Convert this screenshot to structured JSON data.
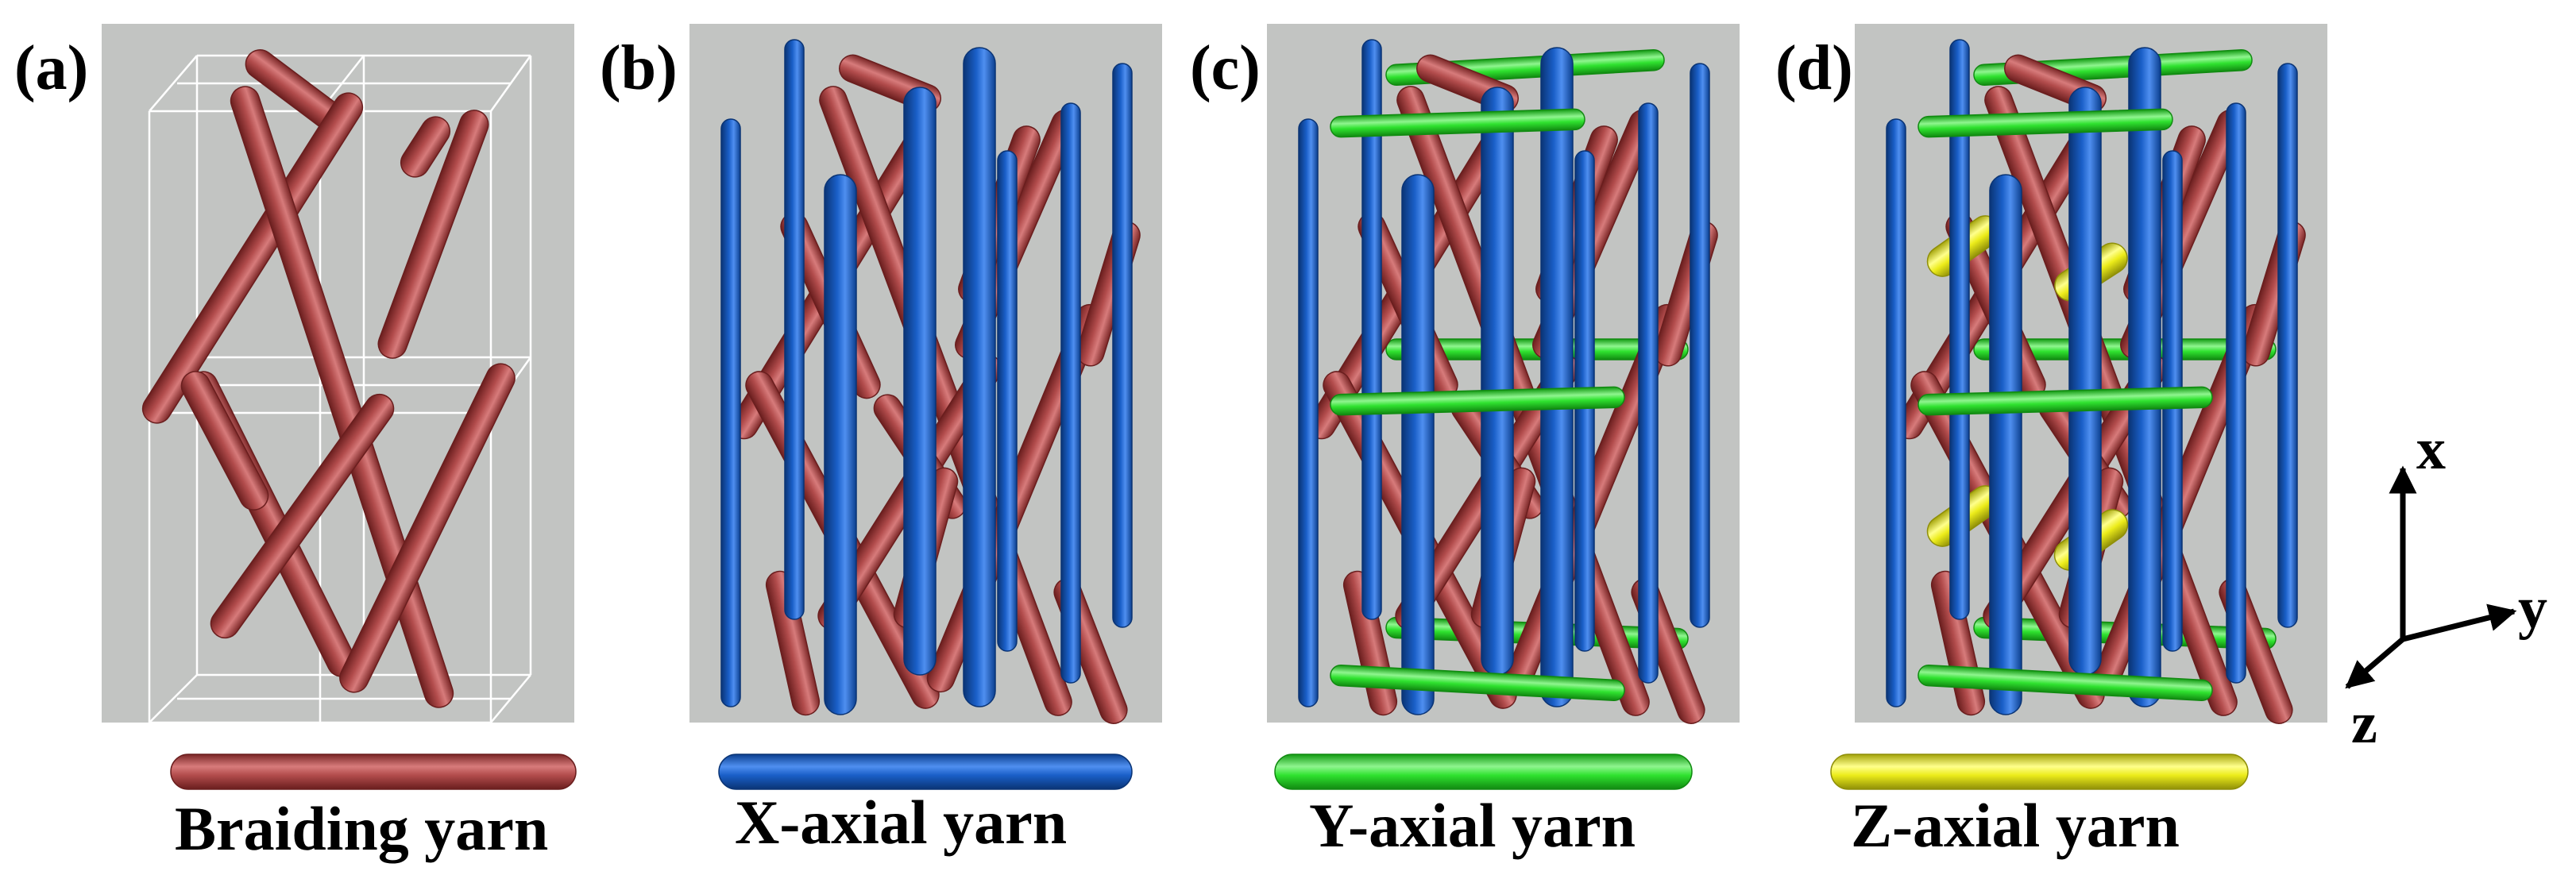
{
  "panels": [
    {
      "label": "(a)",
      "yarns": [
        "braiding"
      ]
    },
    {
      "label": "(b)",
      "yarns": [
        "braiding",
        "x_axial"
      ]
    },
    {
      "label": "(c)",
      "yarns": [
        "braiding",
        "x_axial",
        "y_axial"
      ]
    },
    {
      "label": "(d)",
      "yarns": [
        "braiding",
        "x_axial",
        "y_axial",
        "z_axial"
      ]
    }
  ],
  "legend": [
    {
      "key": "braiding",
      "label": "Braiding yarn",
      "color": "#b24c4c"
    },
    {
      "key": "x_axial",
      "label": "X-axial yarn",
      "color": "#1a5fc8"
    },
    {
      "key": "y_axial",
      "label": "Y-axial yarn",
      "color": "#2fe22f"
    },
    {
      "key": "z_axial",
      "label": "Z-axial yarn",
      "color": "#ecec1a"
    }
  ],
  "axes": {
    "x": "x",
    "y": "y",
    "z": "z"
  },
  "colors": {
    "panel_background": "#c2c4c2",
    "wireframe": "#ffffff"
  }
}
